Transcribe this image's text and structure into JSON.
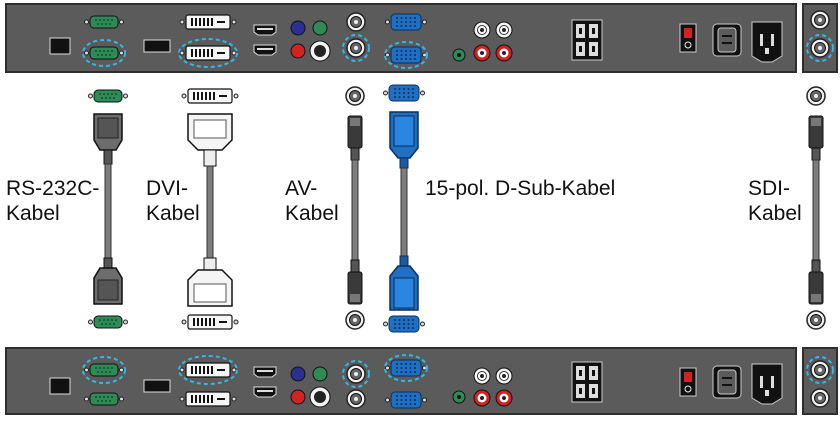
{
  "colors": {
    "panel_fill": "#5b5b5b",
    "panel_edge": "#2e2e2e",
    "port_green": "#2e8b57",
    "vga_blue": "#1f6fc2",
    "highlight_cyan": "#35b7e6",
    "rca_red": "#d22222",
    "dvi_white": "#f5f5f5",
    "cable_grey": "#7d7d7d"
  },
  "labels": {
    "rs232": "RS-232C-\nKabel",
    "dvi": "DVI-\nKabel",
    "av": "AV-\nKabel",
    "dsub": "15-pol. D-Sub-Kabel",
    "sdi": "SDI-\nKabel"
  },
  "cables": [
    {
      "id": "rs232",
      "type": "serial-connector",
      "color": "grey"
    },
    {
      "id": "dvi",
      "type": "dvi-connector",
      "color": "white"
    },
    {
      "id": "av",
      "type": "bnc-connector",
      "color": "black"
    },
    {
      "id": "dsub",
      "type": "vga-connector",
      "color": "blue"
    },
    {
      "id": "sdi",
      "type": "bnc-connector",
      "color": "black"
    }
  ],
  "highlighted_ports": [
    "rs232-port",
    "dvi-port",
    "bnc-port",
    "vga-port",
    "sdi-port"
  ]
}
